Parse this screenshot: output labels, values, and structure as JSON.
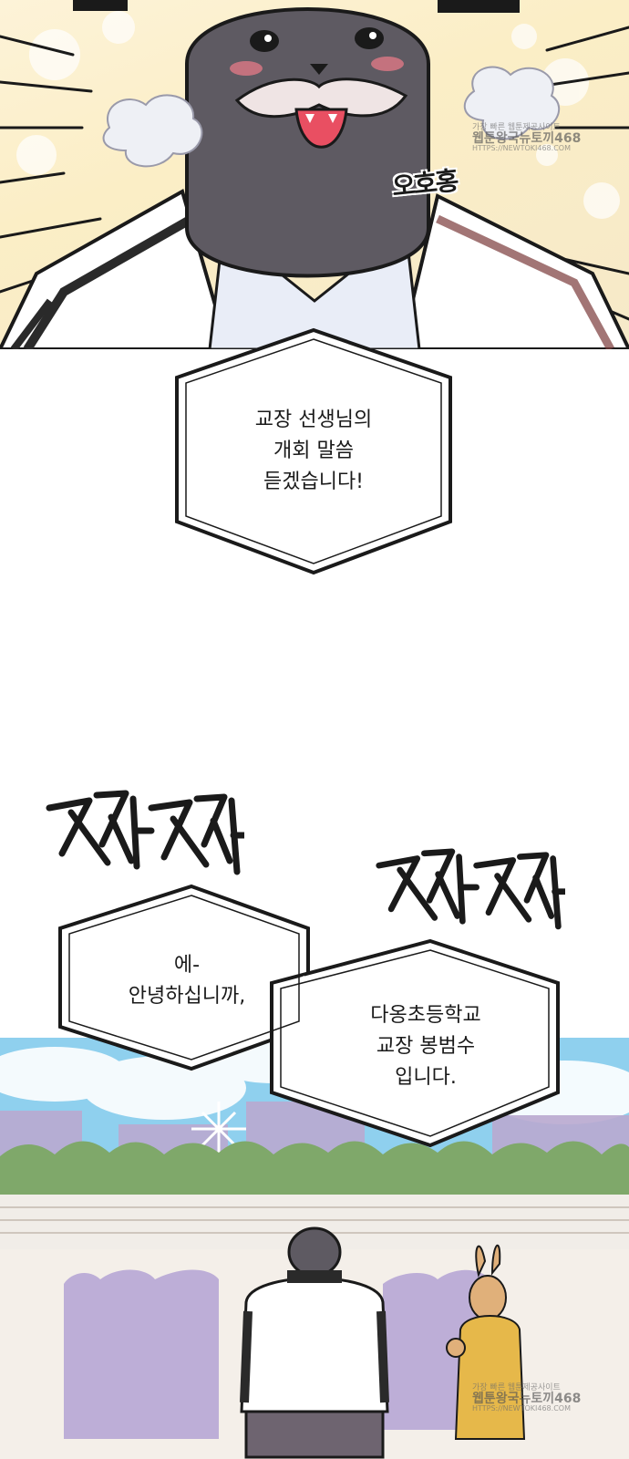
{
  "panels": {
    "top": {
      "sfx": "오호홍",
      "watermark": {
        "line1": "가장 빠른 웹툰제공사이트",
        "line2": "웹툰왕국뉴토끼468",
        "line3": "HTTPS://NEWTOKI468.COM"
      }
    },
    "speech1": {
      "lines": [
        "교장 선생님의",
        "개회 말씀",
        "듣겠습니다!"
      ]
    },
    "clap_sfx": {
      "left": "짝짝",
      "right": "짝짝"
    },
    "speech2": {
      "part1": [
        "에-",
        "안녕하십니까,"
      ],
      "part2": [
        "다옹초등학교",
        "교장 봉범수",
        "입니다."
      ]
    },
    "bottom": {
      "watermark": {
        "line1": "가장 빠른 웹툰제공사이트",
        "line2": "웹툰왕국뉴토끼468",
        "line3": "HTTPS://NEWTOKI468.COM"
      }
    }
  },
  "colors": {
    "seal_body": "#5e5a62",
    "jacket": "#ffffff",
    "stripe": "#2a2a2a",
    "sky": "#8fd0ee",
    "trees": "#7fa86a",
    "crowd": "#b9aad6",
    "bubble_stroke": "#1a1a1a"
  }
}
